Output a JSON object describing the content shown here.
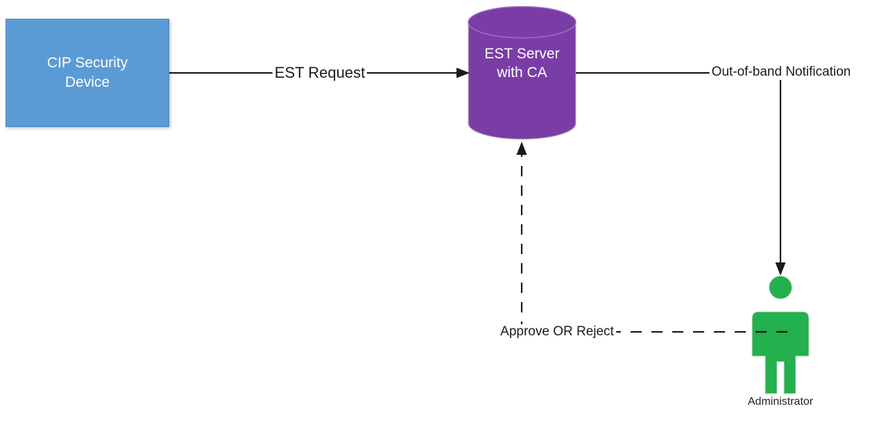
{
  "nodes": {
    "device": {
      "label": "CIP Security\nDevice",
      "fill": "#5b9bd5"
    },
    "server": {
      "label": "EST Server\nwith CA",
      "fill": "#7a3da6"
    },
    "administrator": {
      "label": "Administrator",
      "fill": "#22b14c"
    }
  },
  "edges": {
    "est_request": {
      "label": "EST Request",
      "style": "solid",
      "from": "device",
      "to": "server"
    },
    "out_of_band": {
      "label": "Out-of-band Notification",
      "style": "solid",
      "from": "server",
      "to": "administrator"
    },
    "approve_reject": {
      "label": "Approve OR Reject",
      "style": "dashed",
      "from": "administrator",
      "to": "server"
    }
  },
  "colors": {
    "line": "#1a1a1a",
    "device_fill": "#5b9bd5",
    "server_fill": "#7a3da6",
    "administrator_fill": "#22b14c"
  }
}
